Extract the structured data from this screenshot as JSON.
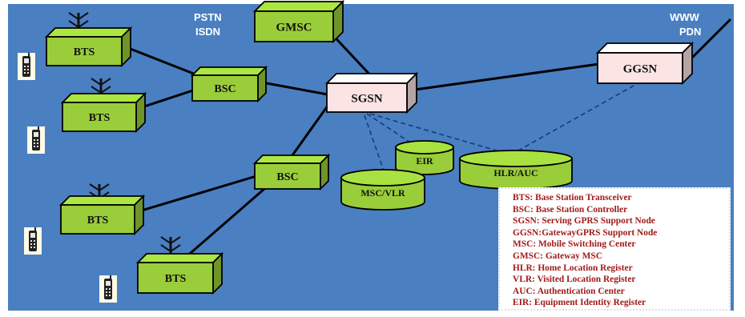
{
  "colors": {
    "background": "#4a7fc1",
    "node_green": "#9acd3a",
    "node_pink": "#fde4e4",
    "link": "#000000",
    "dashed_link": "#163a78",
    "label_white": "#ffffff",
    "legend_text": "#a11a1a"
  },
  "labels": {
    "pstn": "PSTN",
    "isdn": "ISDN",
    "www": "WWW",
    "pdn": "PDN"
  },
  "nodes": {
    "gmsc": "GMSC",
    "bts_1": "BTS",
    "bts_2": "BTS",
    "bts_3": "BTS",
    "bts_4": "BTS",
    "bsc_1": "BSC",
    "bsc_2": "BSC",
    "sgsn": "SGSN",
    "ggsn": "GGSN",
    "eir": "EIR",
    "msc_vlr": "MSC/VLR",
    "hlr_auc": "HLR/AUC"
  },
  "icons": {
    "phone": "mobile-phone-icon",
    "antenna": "antenna-icon"
  },
  "legend": [
    "BTS: Base Station Transceiver",
    "BSC: Base Station Controller",
    "SGSN: Serving GPRS Support Node",
    "GGSN:GatewayGPRS Support Node",
    "MSC: Mobile Switching Center",
    "GMSC: Gateway MSC",
    "HLR: Home Location Register",
    "VLR: Visited Location Register",
    "AUC: Authentication Center",
    "EIR: Equipment Identity Register"
  ]
}
